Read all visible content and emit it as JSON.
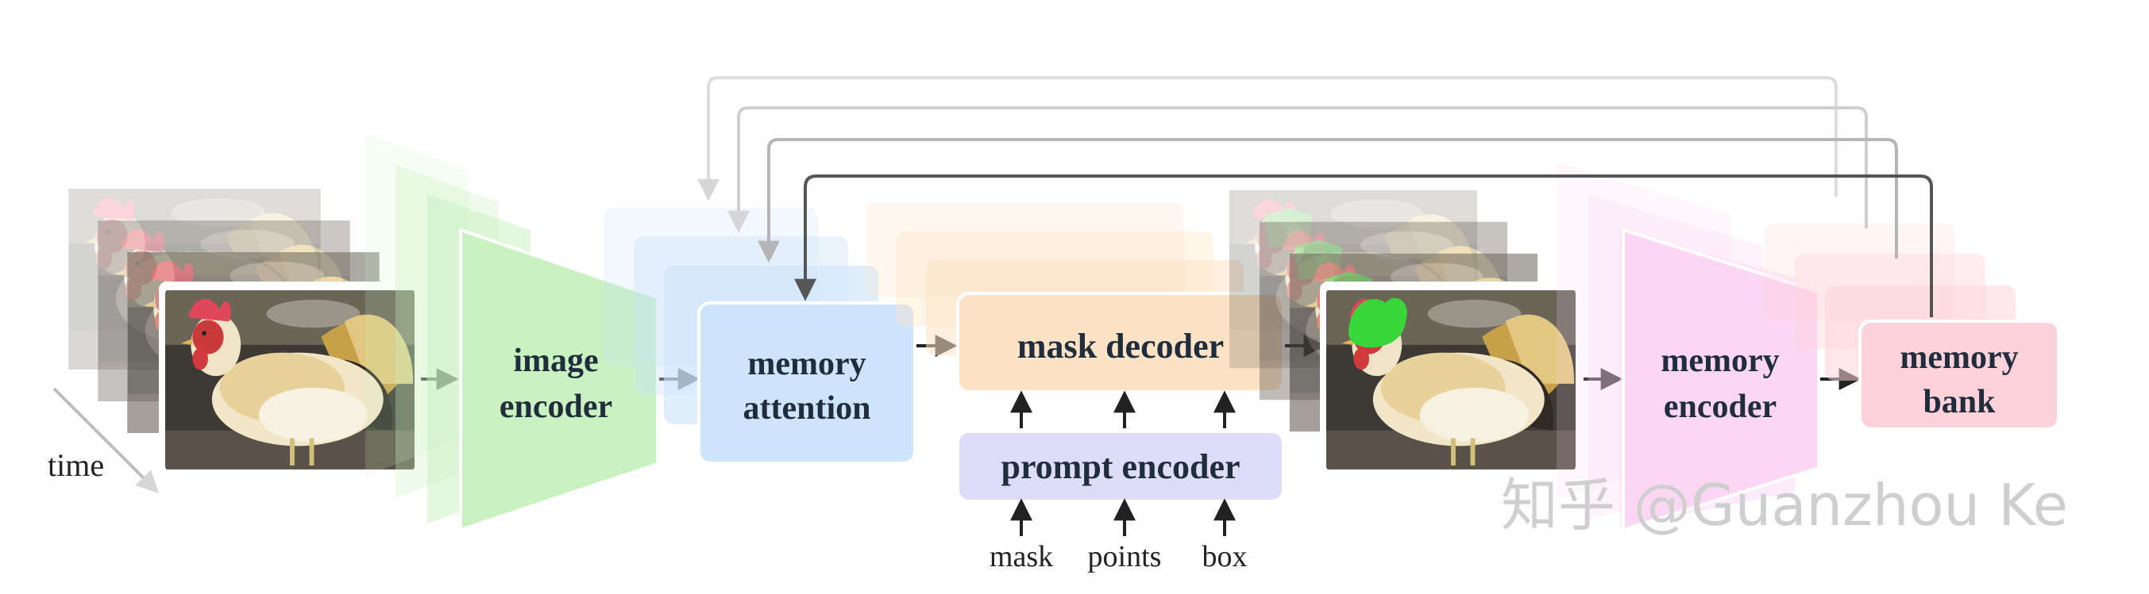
{
  "diagram": {
    "time_label": "time",
    "image_encoder_label": [
      "image",
      "encoder"
    ],
    "memory_attention_label": [
      "memory",
      "attention"
    ],
    "mask_decoder_label": "mask decoder",
    "prompt_encoder_label": "prompt encoder",
    "prompt_inputs": [
      "mask",
      "points",
      "box"
    ],
    "memory_encoder_label": [
      "memory",
      "encoder"
    ],
    "memory_bank_label": [
      "memory",
      "bank"
    ]
  },
  "watermark": "知乎 @Guanzhou Ke",
  "colors": {
    "image_encoder": "#c9f2c0",
    "memory_attention": "#cde4fb",
    "mask_decoder": "#fde3c6",
    "prompt_encoder": "#dedcf9",
    "memory_encoder": "#fbd7f3",
    "memory_bank": "#fdd3d9",
    "mask_overlay": "#39d63a"
  }
}
